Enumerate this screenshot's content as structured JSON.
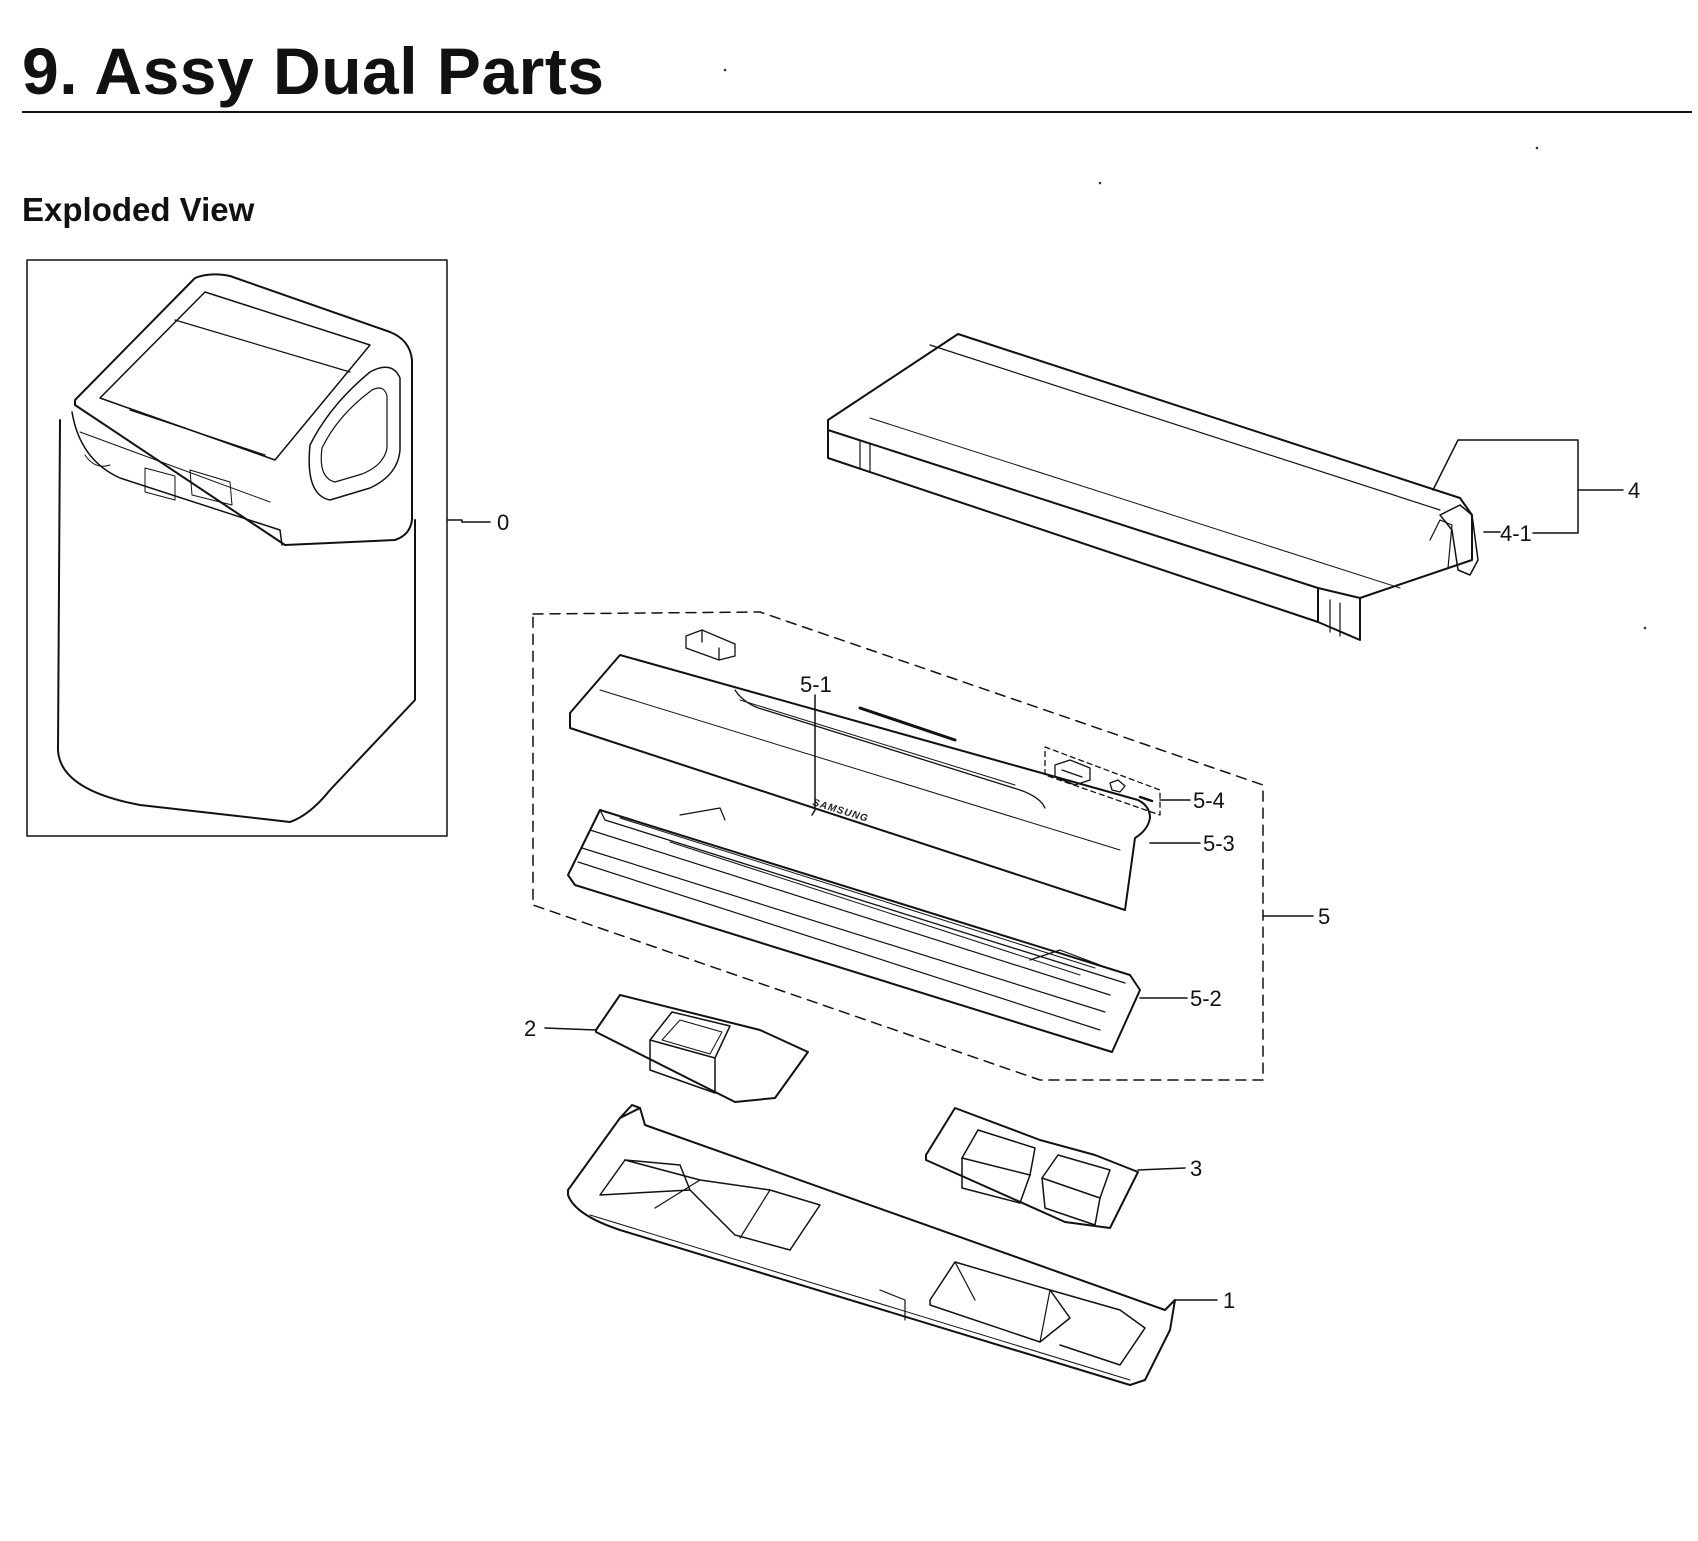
{
  "header": {
    "title": "9.  Assy Dual Parts",
    "subtitle": "Exploded View"
  },
  "part_labels": {
    "p0": "0",
    "p1": "1",
    "p2": "2",
    "p3": "3",
    "p4": "4",
    "p4_1": "4-1",
    "p5": "5",
    "p5_1": "5-1",
    "p5_2": "5-2",
    "p5_3": "5-3",
    "p5_4": "5-4"
  },
  "brand_text": "SAMSUNG"
}
